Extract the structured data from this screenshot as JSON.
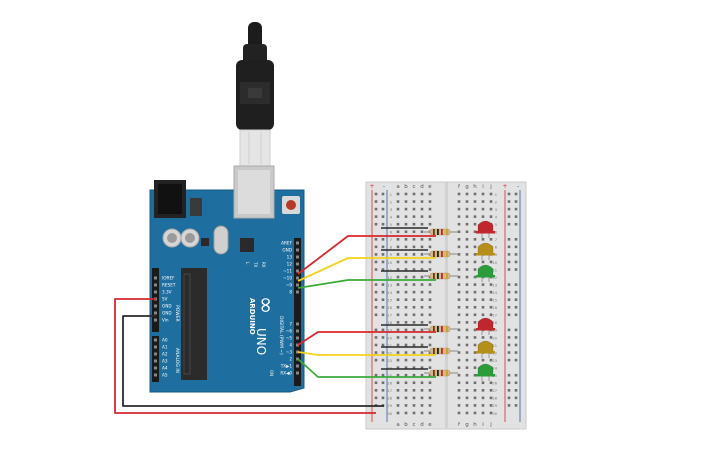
{
  "board": {
    "logo_mark": "∞",
    "brand": "ARDUINO",
    "model": "UNO",
    "header_aref": "AREF",
    "header_gnd": "GND",
    "pin_labels_top": [
      "13",
      "12",
      "~11",
      "~10",
      "~9",
      "8"
    ],
    "pin_labels_bottom": [
      "7",
      "~6",
      "~5",
      "4",
      "~3",
      "2",
      "TX▶1",
      "RX◀0"
    ],
    "digital_label": "DIGITAL (PWM ~)",
    "power_labels": [
      "IOREF",
      "RESET",
      "3.3V",
      "5V",
      "GND",
      "GND",
      "Vin"
    ],
    "power_title": "POWER",
    "analog_labels": [
      "A0",
      "A1",
      "A2",
      "A3",
      "A4",
      "A5"
    ],
    "analog_title": "ANALOG IN",
    "led_l": "L",
    "led_tx": "TX",
    "led_rx": "RX",
    "on_label": "ON"
  },
  "breadboard": {
    "rail_plus": "+",
    "rail_minus": "-",
    "cols_left": [
      "a",
      "b",
      "c",
      "d",
      "e"
    ],
    "cols_right": [
      "f",
      "g",
      "h",
      "i",
      "j"
    ],
    "row_count": 30
  },
  "colors": {
    "board": "#1e6f9f",
    "wire_red": "#d6282e",
    "wire_yellow": "#f2d21b",
    "wire_green": "#3aab3a",
    "wire_black": "#2a2a2a",
    "led_red": "#c0272d",
    "led_yellow": "#b58f1a",
    "led_green": "#2c9c3a"
  }
}
